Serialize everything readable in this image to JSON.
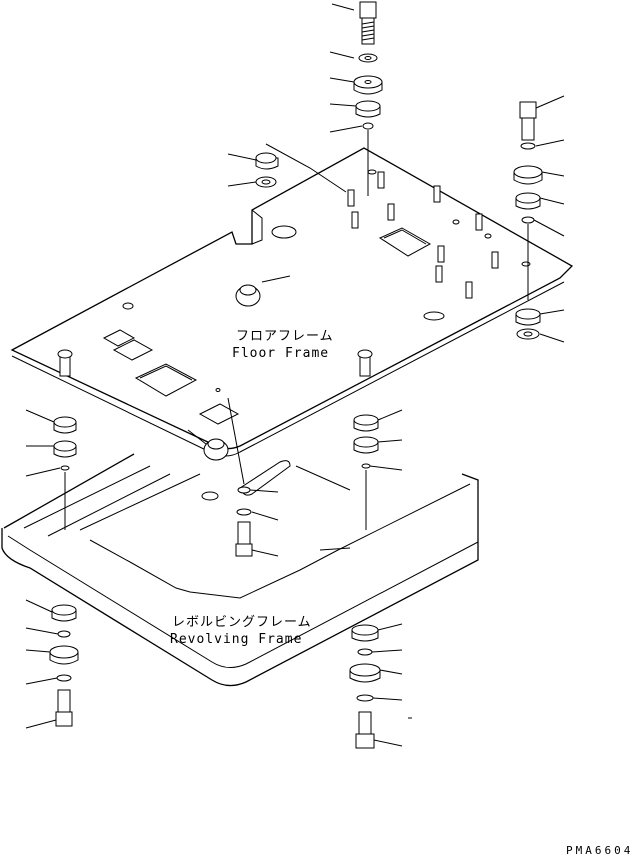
{
  "diagram": {
    "floor_frame_jp": "フロアフレーム",
    "floor_frame_en": "Floor Frame",
    "revolving_frame_jp": "レボルビングフレーム",
    "revolving_frame_en": "Revolving Frame",
    "drawing_code": "PMA6604"
  }
}
